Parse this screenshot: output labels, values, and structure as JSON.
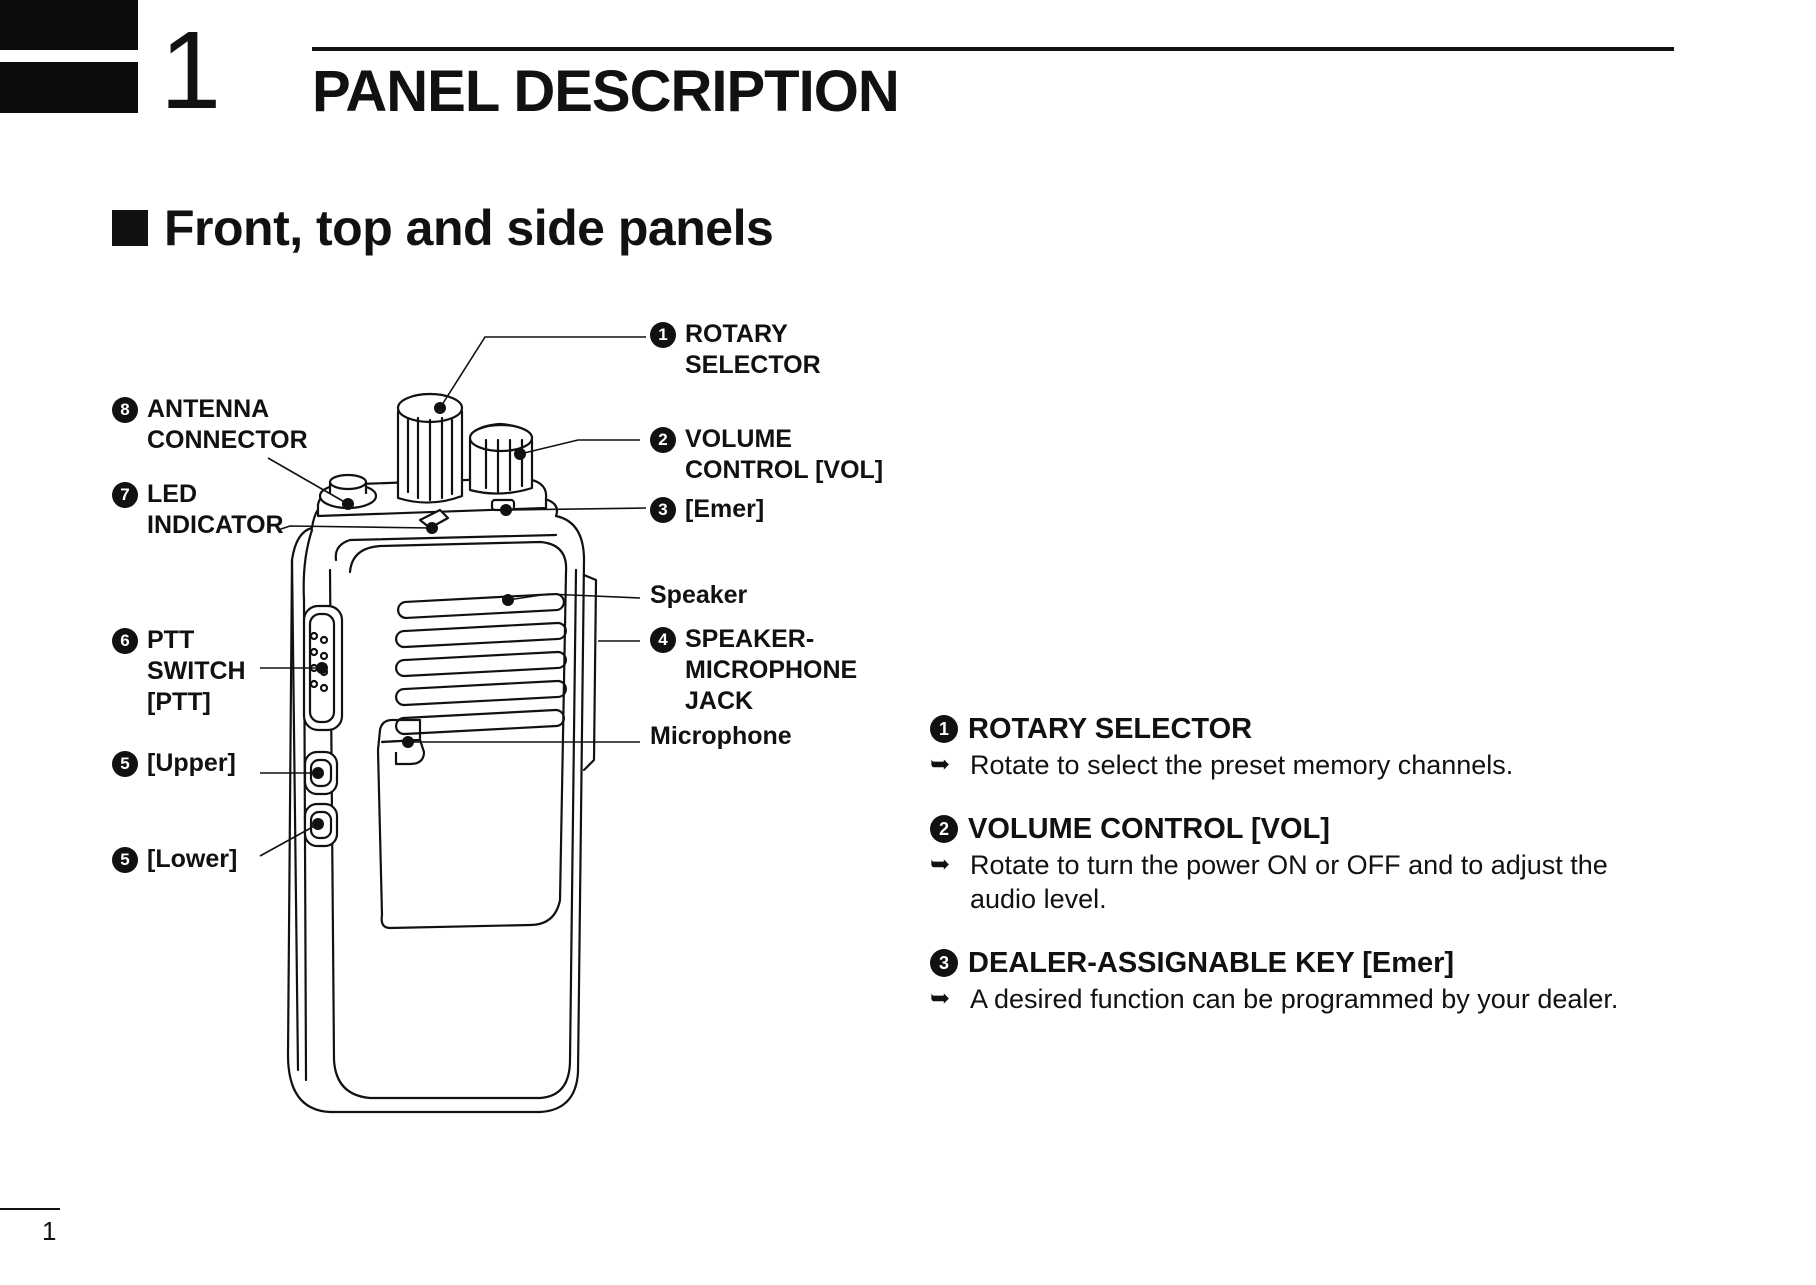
{
  "header": {
    "chapter_number": "1",
    "title": "PANEL DESCRIPTION"
  },
  "section_title": "Front, top and side panels",
  "callouts": {
    "rotary_selector": {
      "num": "1",
      "lines": [
        "ROTARY",
        "SELECTOR"
      ]
    },
    "volume_control": {
      "num": "2",
      "lines": [
        "VOLUME",
        "CONTROL [VOL]"
      ]
    },
    "emer_key": {
      "num": "3",
      "lines": [
        "[Emer]"
      ]
    },
    "speaker": {
      "lines": [
        "Speaker"
      ]
    },
    "speaker_mic_jack": {
      "num": "4",
      "lines": [
        "SPEAKER-",
        "MICROPHONE",
        "JACK"
      ]
    },
    "microphone": {
      "lines": [
        "Microphone"
      ]
    },
    "upper_key": {
      "num": "5",
      "lines": [
        "[Upper]"
      ]
    },
    "lower_key": {
      "num": "5",
      "lines": [
        "[Lower]"
      ]
    },
    "ptt_switch": {
      "num": "6",
      "lines": [
        "PTT",
        "SWITCH",
        "[PTT]"
      ]
    },
    "led_indicator": {
      "num": "7",
      "lines": [
        "LED",
        "INDICATOR"
      ]
    },
    "antenna_connector": {
      "num": "8",
      "lines": [
        "ANTENNA",
        "CONNECTOR"
      ]
    }
  },
  "descriptions": [
    {
      "num": "1",
      "title": "ROTARY SELECTOR",
      "arrow": "➥",
      "text": "Rotate to select the preset memory channels."
    },
    {
      "num": "2",
      "title": "VOLUME CONTROL [VOL]",
      "arrow": "➥",
      "text_lines": [
        "Rotate to turn the power ON or OFF and to adjust the",
        "audio level."
      ]
    },
    {
      "num": "3",
      "title": "DEALER-ASSIGNABLE KEY [Emer]",
      "arrow": "➥",
      "text": "A desired function can be programmed by your dealer."
    }
  ],
  "footer": {
    "page_number": "1"
  }
}
